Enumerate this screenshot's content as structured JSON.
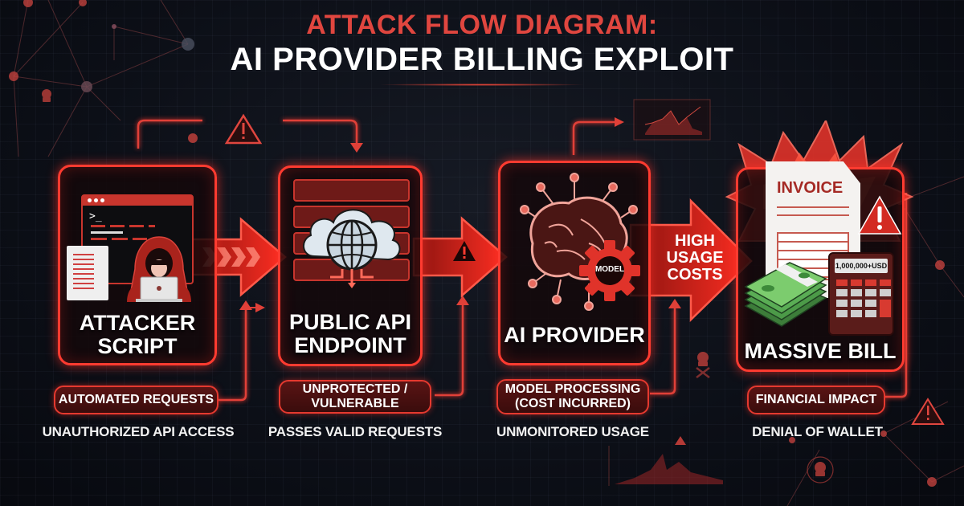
{
  "title": {
    "line1": "ATTACK FLOW DIAGRAM:",
    "line2": "AI PROVIDER BILLING EXPLOIT"
  },
  "colors": {
    "accent_red": "#ff3b30",
    "title_red": "#e0463f",
    "background": "#0c0f17",
    "text": "#ffffff"
  },
  "stages": [
    {
      "label_line1": "ATTACKER",
      "label_line2": "SCRIPT",
      "icon": "hooded-hacker-terminal-icon",
      "terminal_prompt": ">_",
      "pill": "AUTOMATED REQUESTS",
      "caption": "UNAUTHORIZED API ACCESS"
    },
    {
      "label_line1": "PUBLIC API",
      "label_line2": "ENDPOINT",
      "icon": "cloud-globe-server-icon",
      "pill_line1": "UNPROTECTED /",
      "pill_line2": "VULNERABLE",
      "caption": "PASSES VALID REQUESTS"
    },
    {
      "label_line1": "AI PROVIDER",
      "icon": "brain-gear-icon",
      "gear_text": "MODEL",
      "pill_line1": "MODEL PROCESSING",
      "pill_line2": "(COST INCURRED)",
      "caption": "UNMONITORED USAGE"
    },
    {
      "label_line1": "MASSIVE BILL",
      "icon": "invoice-money-calculator-icon",
      "invoice_title": "INVOICE",
      "calculator_display": "1,000,000+USD",
      "pill": "FINANCIAL IMPACT",
      "caption": "DENIAL OF WALLET"
    }
  ],
  "arrows": {
    "arrow3_line1": "HIGH",
    "arrow3_line2": "USAGE",
    "arrow3_line3": "COSTS"
  }
}
